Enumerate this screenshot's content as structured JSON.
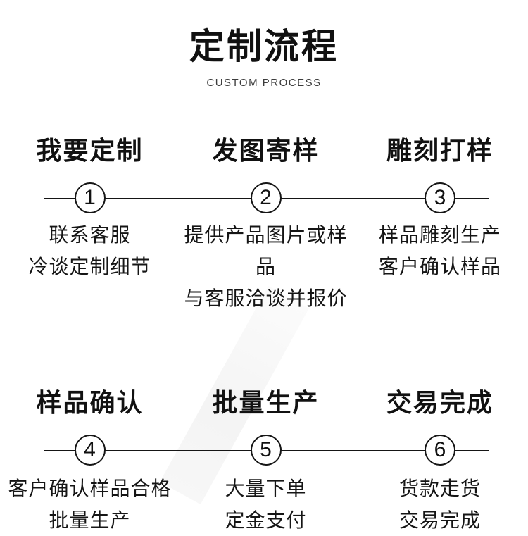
{
  "colors": {
    "background": "#ffffff",
    "text": "#151515",
    "stripe": "#f4f4f4"
  },
  "header": {
    "title": "定制流程",
    "subtitle": "CUSTOM PROCESS"
  },
  "rows": [
    {
      "steps": [
        {
          "number": "1",
          "title": "我要定制",
          "desc1": "联系客服",
          "desc2": "冷谈定制细节"
        },
        {
          "number": "2",
          "title": "发图寄样",
          "desc1": "提供产品图片或样品",
          "desc2": "与客服洽谈并报价"
        },
        {
          "number": "3",
          "title": "雕刻打样",
          "desc1": "样品雕刻生产",
          "desc2": "客户确认样品"
        }
      ]
    },
    {
      "steps": [
        {
          "number": "4",
          "title": "样品确认",
          "desc1": "客户确认样品合格",
          "desc2": "批量生产"
        },
        {
          "number": "5",
          "title": "批量生产",
          "desc1": "大量下单",
          "desc2": "定金支付"
        },
        {
          "number": "6",
          "title": "交易完成",
          "desc1": "货款走货",
          "desc2": "交易完成"
        }
      ]
    }
  ]
}
